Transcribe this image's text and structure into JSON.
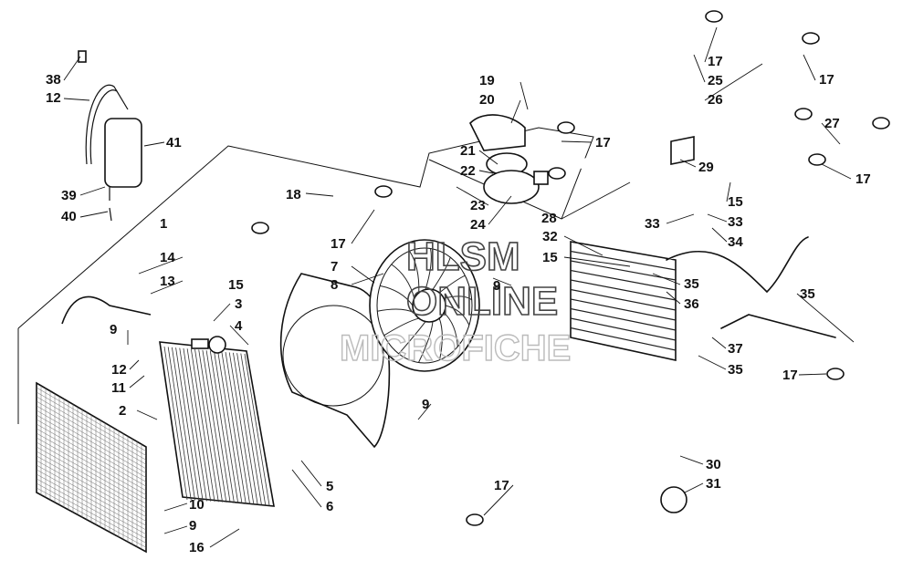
{
  "watermark": {
    "line1": "HLSM",
    "line2": "ONLINE",
    "line3": "MICROFICHE"
  },
  "labels": [
    {
      "id": "38",
      "text": "38"
    },
    {
      "id": "12a",
      "text": "12"
    },
    {
      "id": "41",
      "text": "41"
    },
    {
      "id": "39",
      "text": "39"
    },
    {
      "id": "40",
      "text": "40"
    },
    {
      "id": "1",
      "text": "1"
    },
    {
      "id": "14",
      "text": "14"
    },
    {
      "id": "13",
      "text": "13"
    },
    {
      "id": "15a",
      "text": "15"
    },
    {
      "id": "3",
      "text": "3"
    },
    {
      "id": "4",
      "text": "4"
    },
    {
      "id": "9a",
      "text": "9"
    },
    {
      "id": "12b",
      "text": "12"
    },
    {
      "id": "11",
      "text": "11"
    },
    {
      "id": "2",
      "text": "2"
    },
    {
      "id": "10",
      "text": "10"
    },
    {
      "id": "9b",
      "text": "9"
    },
    {
      "id": "16",
      "text": "16"
    },
    {
      "id": "5",
      "text": "5"
    },
    {
      "id": "6",
      "text": "6"
    },
    {
      "id": "18",
      "text": "18"
    },
    {
      "id": "17a",
      "text": "17"
    },
    {
      "id": "7",
      "text": "7"
    },
    {
      "id": "8",
      "text": "8"
    },
    {
      "id": "9c",
      "text": "9"
    },
    {
      "id": "9d",
      "text": "9"
    },
    {
      "id": "19",
      "text": "19"
    },
    {
      "id": "20",
      "text": "20"
    },
    {
      "id": "21",
      "text": "21"
    },
    {
      "id": "22",
      "text": "22"
    },
    {
      "id": "23",
      "text": "23"
    },
    {
      "id": "24",
      "text": "24"
    },
    {
      "id": "17b",
      "text": "17"
    },
    {
      "id": "17c",
      "text": "17"
    },
    {
      "id": "25",
      "text": "25"
    },
    {
      "id": "26",
      "text": "26"
    },
    {
      "id": "17d",
      "text": "17"
    },
    {
      "id": "27",
      "text": "27"
    },
    {
      "id": "17e",
      "text": "17"
    },
    {
      "id": "29",
      "text": "29"
    },
    {
      "id": "28",
      "text": "28"
    },
    {
      "id": "15b",
      "text": "15"
    },
    {
      "id": "33a",
      "text": "33"
    },
    {
      "id": "33b",
      "text": "33"
    },
    {
      "id": "34",
      "text": "34"
    },
    {
      "id": "32",
      "text": "32"
    },
    {
      "id": "15c",
      "text": "15"
    },
    {
      "id": "35a",
      "text": "35"
    },
    {
      "id": "36",
      "text": "36"
    },
    {
      "id": "35b",
      "text": "35"
    },
    {
      "id": "37",
      "text": "37"
    },
    {
      "id": "35c",
      "text": "35"
    },
    {
      "id": "17f",
      "text": "17"
    },
    {
      "id": "30",
      "text": "30"
    },
    {
      "id": "31",
      "text": "31"
    },
    {
      "id": "17g",
      "text": "17"
    }
  ]
}
